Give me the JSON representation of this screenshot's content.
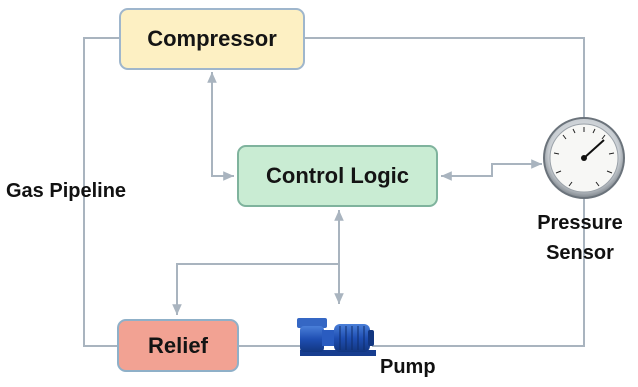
{
  "nodes": {
    "compressor": "Compressor",
    "control_logic": "Control Logic",
    "relief": "Relief"
  },
  "labels": {
    "gas_pipeline": "Gas Pipeline",
    "pump": "Pump",
    "pressure": "Pressure",
    "sensor": "Sensor"
  },
  "colors": {
    "compressor_fill": "#fdf0c3",
    "control_fill": "#c9ecd3",
    "relief_fill": "#f2a293",
    "line": "#a9b4bf"
  },
  "icons": [
    "pressure-gauge-icon",
    "centrifugal-pump-icon"
  ]
}
